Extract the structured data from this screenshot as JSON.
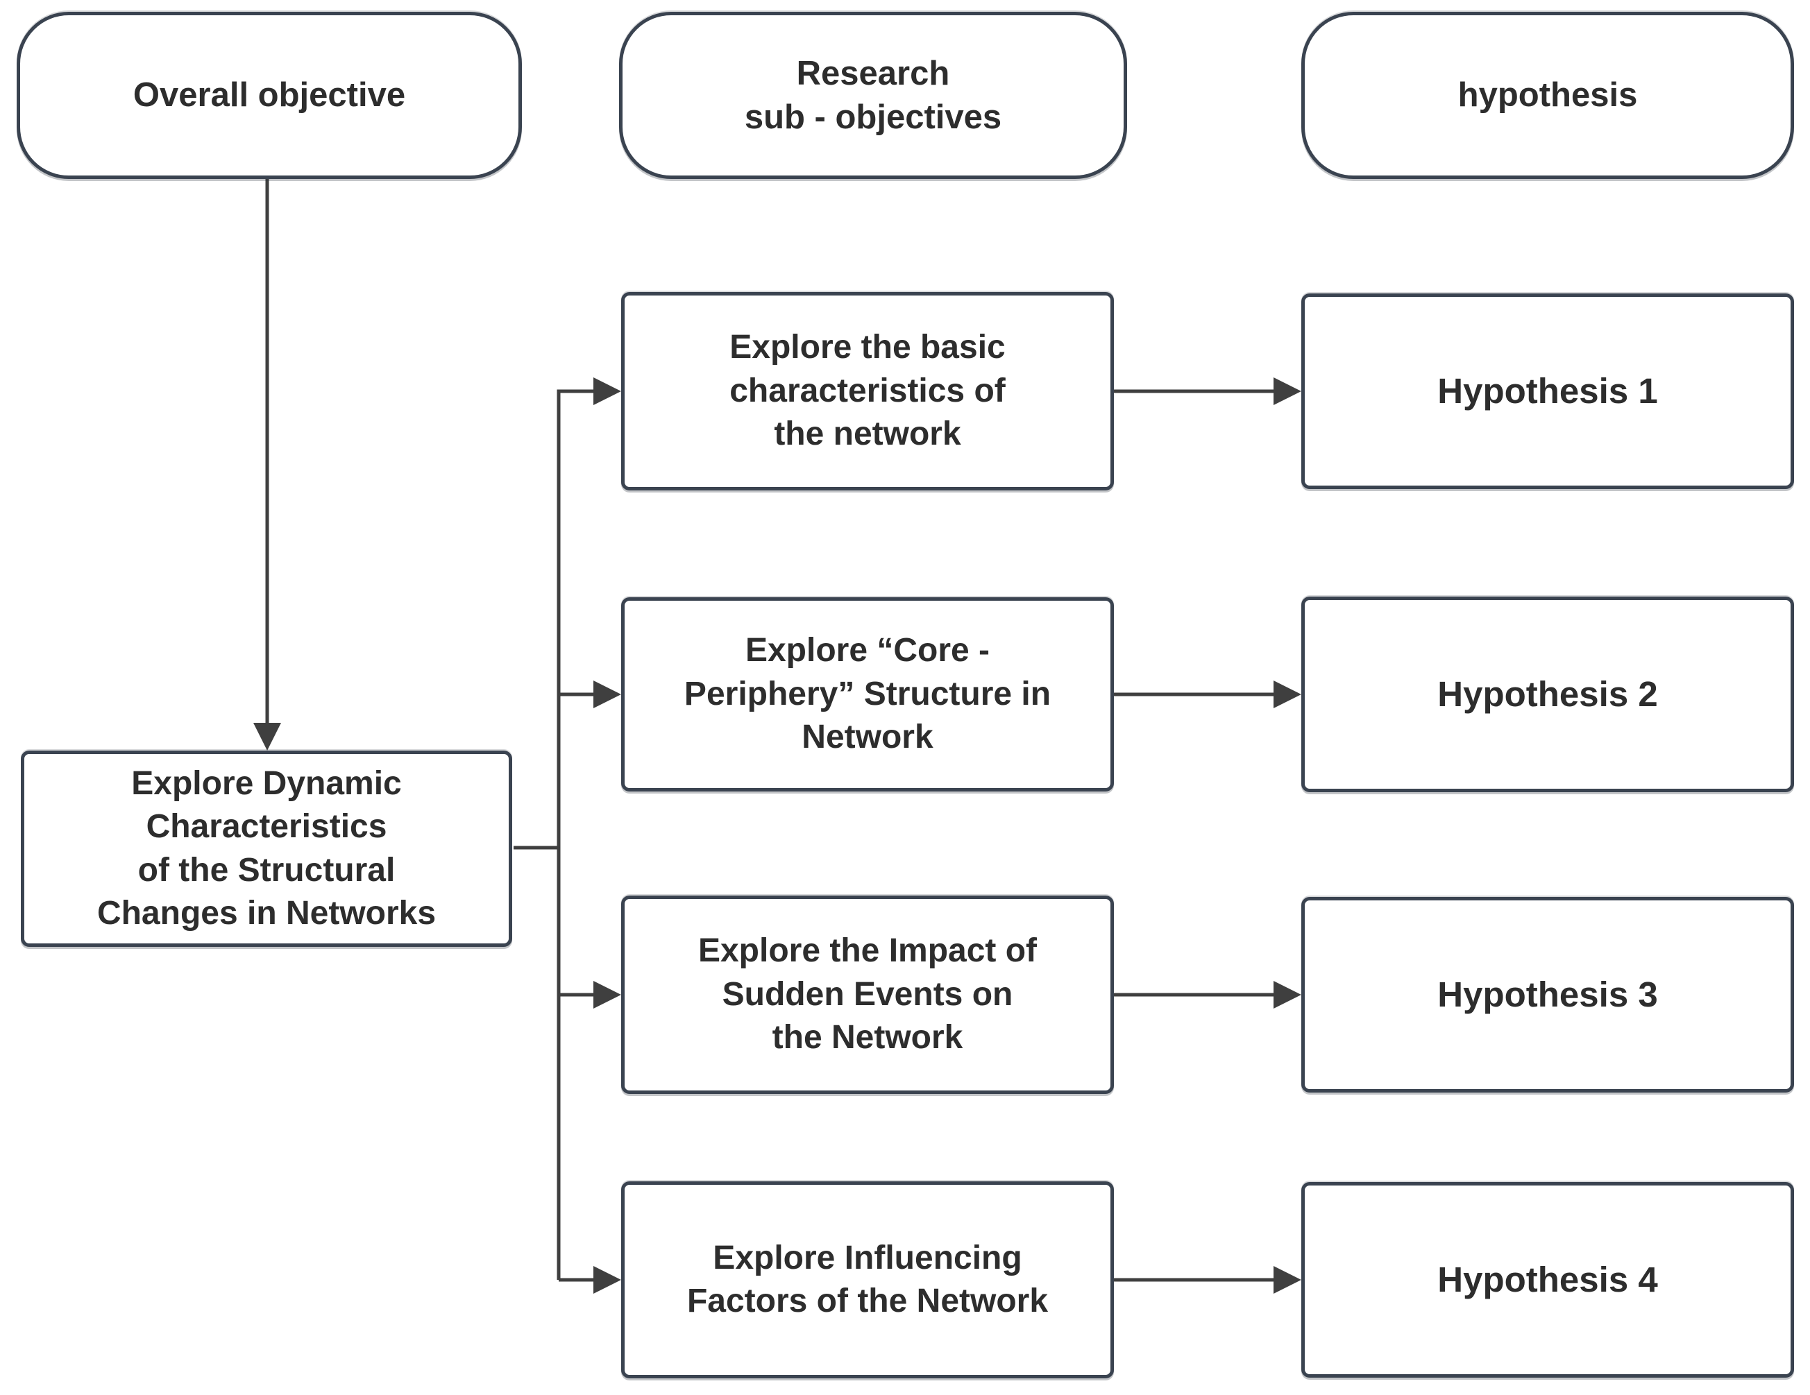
{
  "diagram": {
    "headers": [
      {
        "label": "Overall objective"
      },
      {
        "label": "Research\nsub - objectives"
      },
      {
        "label": "hypothesis"
      }
    ],
    "overall": {
      "label": "Explore Dynamic\nCharacteristics\nof the Structural\nChanges in Networks"
    },
    "sub_objectives": [
      {
        "label": "Explore the basic\ncharacteristics of\nthe network"
      },
      {
        "label": "Explore “Core -\nPeriphery” Structure in\nNetwork"
      },
      {
        "label": "Explore the Impact of\nSudden Events on\nthe Network"
      },
      {
        "label": "Explore Influencing\nFactors of the Network"
      }
    ],
    "hypotheses": [
      {
        "label": "Hypothesis 1"
      },
      {
        "label": "Hypothesis 2"
      },
      {
        "label": "Hypothesis 3"
      },
      {
        "label": "Hypothesis 4"
      }
    ],
    "colors": {
      "border": "#3a4350",
      "line": "#3f3f3f",
      "text": "#2d2d2d",
      "background": "#ffffff"
    }
  }
}
